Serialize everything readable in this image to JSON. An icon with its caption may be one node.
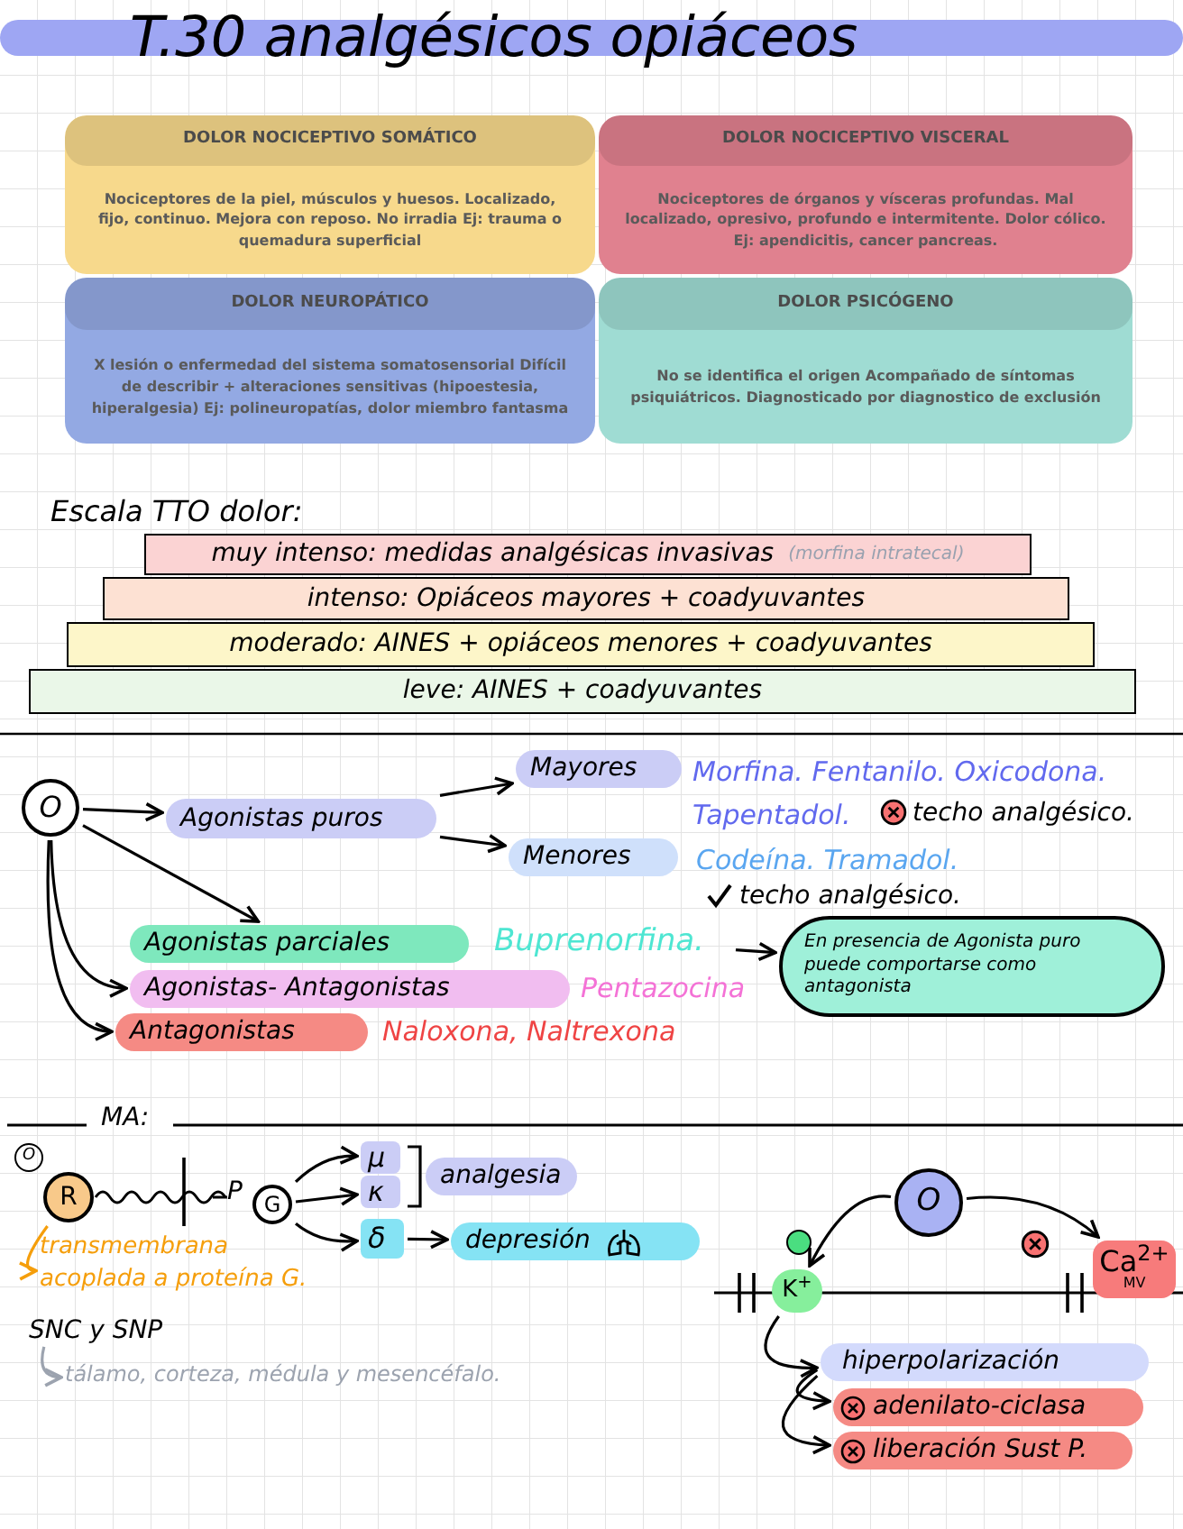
{
  "diagram": {
    "title": "T.30 analgésicos opiáceos",
    "nodes": [
      {
        "text": [
          "DOLOR NOCICEPTIVO SOMÁTICO",
          "Nociceptores de la piel, músculos y huesos. Localizado, fijo, continuo. Mejora con reposo. No irradia Ej: trauma o quemadura superficial"
        ]
      },
      {
        "text": [
          "DOLOR NOCICEPTIVO VISCERAL",
          "Nociceptores de órganos y vísceras profundas. Mal localizado, opresivo, profundo e intermitente. Dolor cólico. Ej: apendicitis, cancer pancreas."
        ]
      },
      {
        "text": [
          "DOLOR NEUROPÁTICO",
          "X lesión o enfermedad del sistema somatosensorial Difícil de describir + alteraciones sensitivas (hipoestesia, hiperalgesia) Ej: polineuropatías, dolor miembro fantasma"
        ]
      },
      {
        "text": [
          "DOLOR PSICÓGENO",
          "No se identifica el origen Acompañado de síntomas psiquiátricos. Diagnosticado por diagnostico de exclusión"
        ]
      },
      {
        "text": [
          "muy intenso: medidas analgésicas invasivas",
          "(morfina intratecal)"
        ]
      },
      {
        "text": [
          "intenso: Opiáceos mayores + coadyuvantes"
        ]
      },
      {
        "text": [
          "moderado: AINES + opiáceos menores + coadyuvantes"
        ]
      },
      {
        "text": [
          "leve: AINES + coadyuvantes"
        ]
      },
      {
        "text": [
          "O"
        ]
      },
      {
        "text": [
          "Agonistas puros"
        ]
      },
      {
        "text": [
          "Mayores"
        ]
      },
      {
        "text": [
          "Menores"
        ]
      },
      {
        "text": [
          "Agonistas parciales"
        ]
      },
      {
        "text": [
          "Agonistas- Antagonistas"
        ]
      },
      {
        "text": [
          "Antagonistas"
        ]
      },
      {
        "text": [
          "Buprenorfina."
        ]
      },
      {
        "text": [
          "En presencia de Agonista puro puede comportarse como antagonista"
        ]
      },
      {
        "text": [
          "O"
        ]
      },
      {
        "text": [
          "R"
        ]
      },
      {
        "text": [
          "G"
        ]
      },
      {
        "text": [
          "μ"
        ]
      },
      {
        "text": [
          "κ"
        ]
      },
      {
        "text": [
          "δ"
        ]
      },
      {
        "text": [
          "depresión"
        ]
      },
      {
        "text": [
          "transmembrana acoplada a proteína G."
        ]
      },
      {
        "text": [
          "SNC y SNP"
        ]
      },
      {
        "text": [
          "tálamo, corteza, médula y mesencéfalo."
        ]
      },
      {
        "text": [
          "O"
        ]
      },
      {
        "text": [
          "K$^{+}$"
        ]
      },
      {
        "text": [
          "Ca$^{2+}$",
          "MV"
        ]
      },
      {
        "text": [
          "hiperpolarización"
        ]
      },
      {
        "text": [
          "adenilato-ciclasa"
        ]
      },
      {
        "text": [
          "liberación Sust P."
        ]
      },
      {
        "text": [
          "analgesia"
        ]
      }
    ],
    "edges": [
      {
        "from": 8,
        "to": 9,
        "arrow": "to"
      },
      {
        "from": 9,
        "to": 10,
        "arrow": "to"
      },
      {
        "from": 9,
        "to": 11,
        "arrow": "to"
      },
      {
        "from": 8,
        "to": 12,
        "arrow": "to"
      },
      {
        "from": 8,
        "to": 13,
        "arrow": "to"
      },
      {
        "from": 8,
        "to": 14,
        "arrow": "to"
      },
      {
        "from": 15,
        "to": 16,
        "arrow": "to"
      },
      {
        "from": 19,
        "to": 20,
        "arrow": "to"
      },
      {
        "from": 19,
        "to": 21,
        "arrow": "to"
      },
      {
        "from": 19,
        "to": 22,
        "arrow": "to"
      },
      {
        "from": 22,
        "to": 23,
        "arrow": "to"
      },
      {
        "from": 18,
        "to": 24,
        "arrow": "to",
        "color": "#f59e0b"
      },
      {
        "from": 25,
        "to": 26,
        "arrow": "to",
        "color": "#9ca3af"
      },
      {
        "from": 27,
        "to": 28,
        "arrow": "to"
      },
      {
        "from": 27,
        "to": 29,
        "arrow": "to"
      },
      {
        "from": 28,
        "to": 30,
        "arrow": "to"
      },
      {
        "from": 30,
        "to": 31,
        "arrow": "to"
      },
      {
        "from": 30,
        "to": 32,
        "arrow": "to"
      }
    ],
    "labels": [
      "Escala TTO dolor:",
      "Morfina. Fentanilo. Oxicodona.",
      "Tapentadol.",
      "techo analgésico.",
      "Codeína. Tramadol.",
      "techo analgésico.",
      "Pentazocina",
      "Naloxona, Naltrexona",
      "MA:",
      "P"
    ]
  }
}
